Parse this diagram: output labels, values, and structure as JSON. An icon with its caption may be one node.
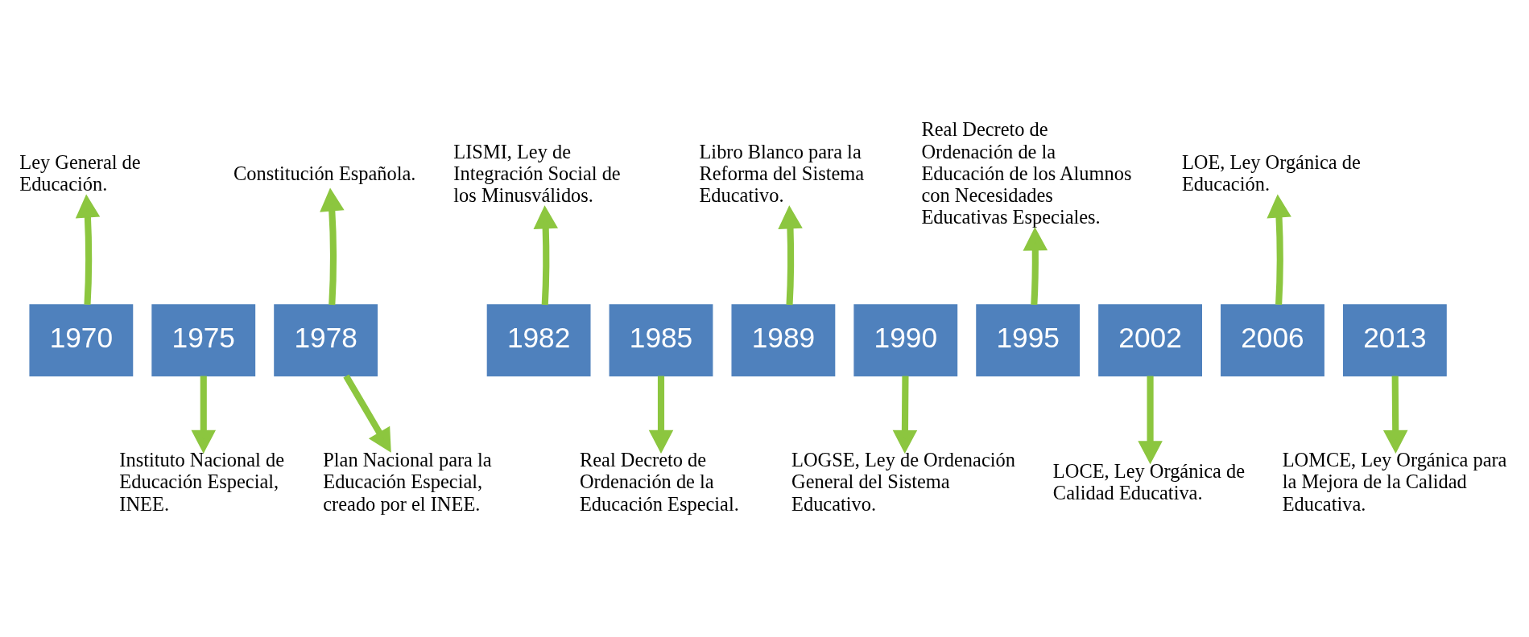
{
  "diagram": {
    "nodes": [
      {
        "text": [
          "Ley General de Educación."
        ]
      },
      {
        "text": [
          "Constitución Española."
        ]
      },
      {
        "text": [
          "LISMI, Ley de Integración Social de los Minusválidos."
        ]
      },
      {
        "text": [
          "Libro Blanco para la Reforma del Sistema Educativo."
        ]
      },
      {
        "text": [
          "Real Decreto de Ordenación de la Educación de los Alumnos con Necesidades Educativas Especiales."
        ]
      },
      {
        "text": [
          "LOE, Ley Orgánica de Educación."
        ]
      },
      {
        "text": [
          "1970"
        ]
      },
      {
        "text": [
          "1975"
        ]
      },
      {
        "text": [
          "1978"
        ]
      },
      {
        "text": [
          "1982"
        ]
      },
      {
        "text": [
          "1985"
        ]
      },
      {
        "text": [
          "1989"
        ]
      },
      {
        "text": [
          "1990"
        ]
      },
      {
        "text": [
          "1995"
        ]
      },
      {
        "text": [
          "2002"
        ]
      },
      {
        "text": [
          "2006"
        ]
      },
      {
        "text": [
          "2013"
        ]
      },
      {
        "text": [
          "Instituto Nacional de Educación Especial, INEE."
        ]
      },
      {
        "text": [
          "Plan Nacional para la Educación Especial, creado por el INEE."
        ]
      },
      {
        "text": [
          "Real Decreto de Ordenación de la Educación Especial."
        ]
      },
      {
        "text": [
          "LOGSE, Ley de Ordenación General del Sistema Educativo."
        ]
      },
      {
        "text": [
          "LOCE, Ley Orgánica de Calidad Educativa."
        ]
      },
      {
        "text": [
          "LOMCE, Ley Orgánica para la Mejora de la Calidad Educativa."
        ]
      }
    ],
    "edges": [
      {
        "from": 6,
        "to": 0,
        "arrow": "to"
      },
      {
        "from": 7,
        "to": 17,
        "arrow": "to"
      },
      {
        "from": 8,
        "to": 1,
        "arrow": "to"
      },
      {
        "from": 8,
        "to": 18,
        "arrow": "to"
      },
      {
        "from": 9,
        "to": 2,
        "arrow": "to"
      },
      {
        "from": 10,
        "to": 19,
        "arrow": "to"
      },
      {
        "from": 11,
        "to": 3,
        "arrow": "to"
      },
      {
        "from": 12,
        "to": 20,
        "arrow": "to"
      },
      {
        "from": 13,
        "to": 4,
        "arrow": "to"
      },
      {
        "from": 14,
        "to": 21,
        "arrow": "to"
      },
      {
        "from": 15,
        "to": 5,
        "arrow": "to"
      },
      {
        "from": 16,
        "to": 22,
        "arrow": "to"
      }
    ]
  }
}
